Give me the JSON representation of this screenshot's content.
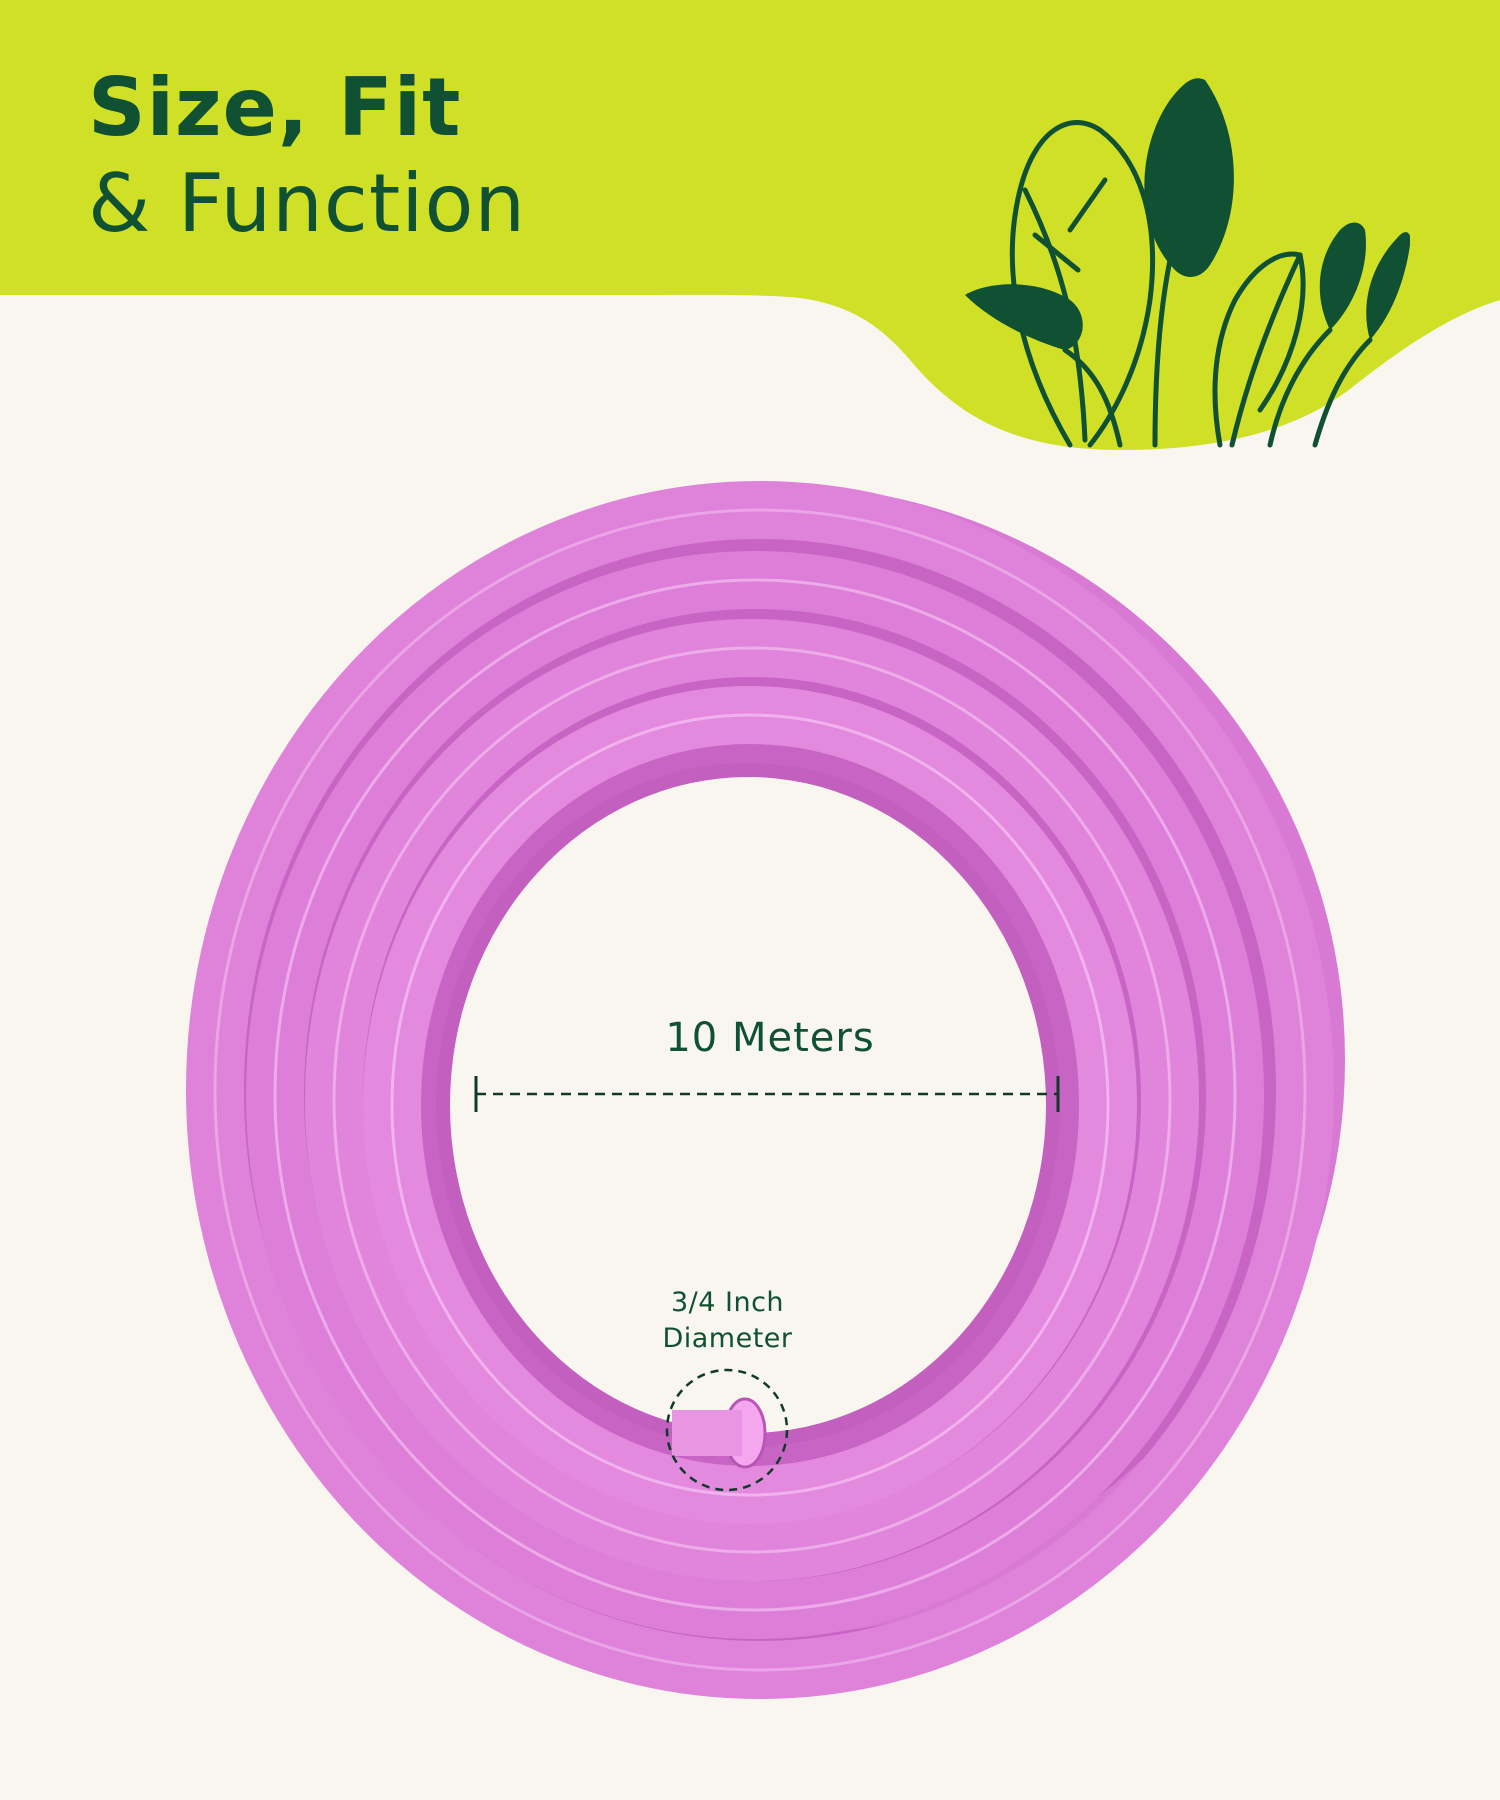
{
  "header": {
    "title_line1": "Size, Fit",
    "title_line2": "& Function",
    "band_color": "#cfe026",
    "text_color": "#0f5132"
  },
  "decoration": {
    "icon": "leaves-icon"
  },
  "product": {
    "name": "hose-pipe-coil",
    "color": "#dc7ad6",
    "length_label": "10 Meters",
    "diameter_label_line1": "3/4 Inch",
    "diameter_label_line2": "Diameter"
  },
  "background_color": "#f8f6ef"
}
